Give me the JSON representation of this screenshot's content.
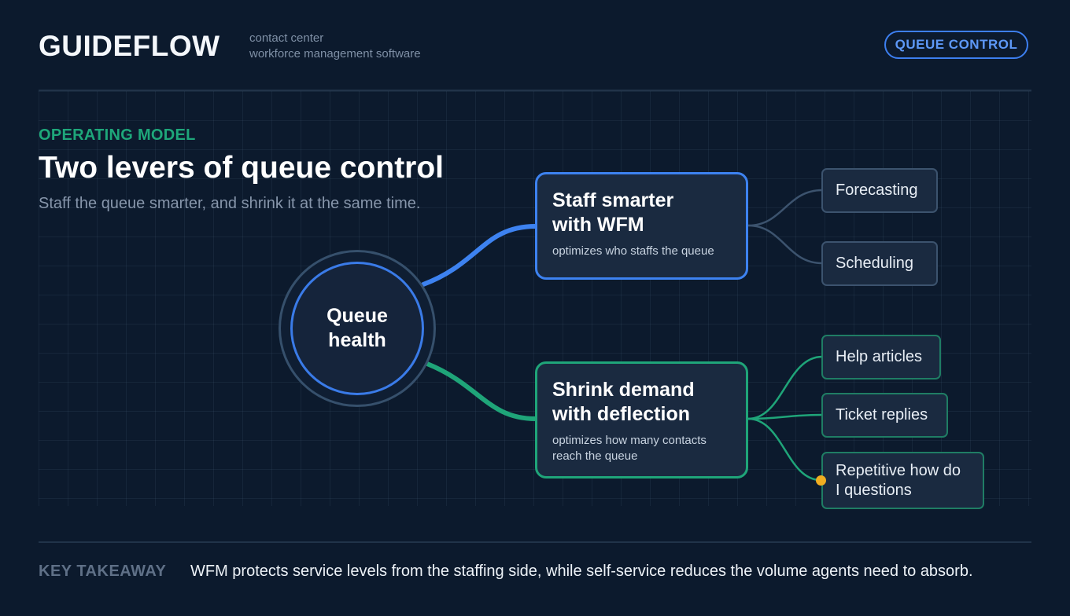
{
  "header": {
    "brand": "GUIDEFLOW",
    "tagline_line1": "contact center",
    "tagline_line2": "workforce management software",
    "badge": "QUEUE CONTROL"
  },
  "intro": {
    "eyebrow": "OPERATING MODEL",
    "title": "Two levers of queue control",
    "subtitle": "Staff the queue smarter, and shrink it at the same time."
  },
  "diagram": {
    "hub": {
      "line1": "Queue",
      "line2": "health"
    },
    "levers": [
      {
        "title_line1": "Staff smarter",
        "title_line2": "with WFM",
        "description": "optimizes who staffs the queue",
        "leaves": [
          "Forecasting",
          "Scheduling"
        ]
      },
      {
        "title_line1": "Shrink demand",
        "title_line2": "with deflection",
        "description_line1": "optimizes how many contacts",
        "description_line2": "reach the queue",
        "leaves": [
          "Help articles",
          "Ticket replies"
        ],
        "highlighted_leaf_line1": "Repetitive how do",
        "highlighted_leaf_line2": "I questions"
      }
    ]
  },
  "footer": {
    "label": "KEY TAKEAWAY",
    "text": "WFM protects service levels from the staffing side, while self-service reduces the volume agents need to absorb."
  },
  "colors": {
    "background": "#0c1a2d",
    "accent_blue": "#3d82f0",
    "accent_green": "#1fa579",
    "highlight": "#f0ad21"
  }
}
